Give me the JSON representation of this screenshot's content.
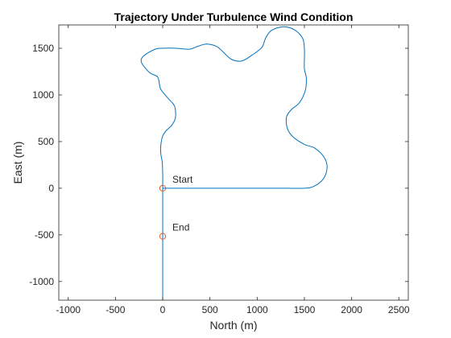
{
  "chart_data": {
    "type": "line",
    "title": "Trajectory Under Turbulence Wind Condition",
    "xlabel": "North (m)",
    "ylabel": "East (m)",
    "xlim": [
      -1100,
      2600
    ],
    "ylim": [
      -1200,
      1750
    ],
    "xticks": [
      -1000,
      -500,
      0,
      500,
      1000,
      1500,
      2000,
      2500
    ],
    "yticks": [
      -1000,
      -500,
      0,
      500,
      1000,
      1500
    ],
    "xtick_labels": [
      "-1000",
      "-500",
      "0",
      "500",
      "1000",
      "1500",
      "2000",
      "2500"
    ],
    "ytick_labels": [
      "-1000",
      "-500",
      "0",
      "500",
      "1000",
      "1500"
    ],
    "grid": false,
    "colors": {
      "line": "#0072BD",
      "marker": "#D95319",
      "axis": "#262626"
    },
    "series": [
      {
        "points": [
          [
            0,
            -1200
          ],
          [
            0,
            -700
          ],
          [
            0,
            -515
          ],
          [
            0,
            -200
          ],
          [
            0,
            0
          ],
          [
            0,
            150
          ],
          [
            -5,
            280
          ],
          [
            -20,
            370
          ],
          [
            -20,
            460
          ],
          [
            0,
            560
          ],
          [
            40,
            620
          ],
          [
            100,
            680
          ],
          [
            135,
            760
          ],
          [
            125,
            880
          ],
          [
            60,
            960
          ],
          [
            -20,
            1060
          ],
          [
            -40,
            1150
          ],
          [
            -60,
            1200
          ],
          [
            -140,
            1240
          ],
          [
            -225,
            1350
          ],
          [
            -200,
            1420
          ],
          [
            -80,
            1490
          ],
          [
            0,
            1500
          ],
          [
            150,
            1500
          ],
          [
            280,
            1490
          ],
          [
            370,
            1520
          ],
          [
            460,
            1545
          ],
          [
            570,
            1520
          ],
          [
            640,
            1460
          ],
          [
            730,
            1380
          ],
          [
            840,
            1365
          ],
          [
            950,
            1430
          ],
          [
            1050,
            1510
          ],
          [
            1090,
            1610
          ],
          [
            1150,
            1690
          ],
          [
            1270,
            1730
          ],
          [
            1390,
            1700
          ],
          [
            1480,
            1610
          ],
          [
            1500,
            1500
          ],
          [
            1500,
            1390
          ],
          [
            1500,
            1280
          ],
          [
            1520,
            1180
          ],
          [
            1510,
            1050
          ],
          [
            1450,
            920
          ],
          [
            1360,
            840
          ],
          [
            1310,
            760
          ],
          [
            1320,
            640
          ],
          [
            1380,
            550
          ],
          [
            1500,
            470
          ],
          [
            1610,
            430
          ],
          [
            1710,
            330
          ],
          [
            1740,
            220
          ],
          [
            1700,
            100
          ],
          [
            1600,
            20
          ],
          [
            1500,
            0
          ],
          [
            1300,
            0
          ],
          [
            1000,
            0
          ],
          [
            500,
            0
          ],
          [
            0,
            0
          ]
        ]
      }
    ],
    "markers": [
      {
        "label": "Start",
        "x": 0,
        "y": 0
      },
      {
        "label": "End",
        "x": 0,
        "y": -515
      }
    ]
  }
}
